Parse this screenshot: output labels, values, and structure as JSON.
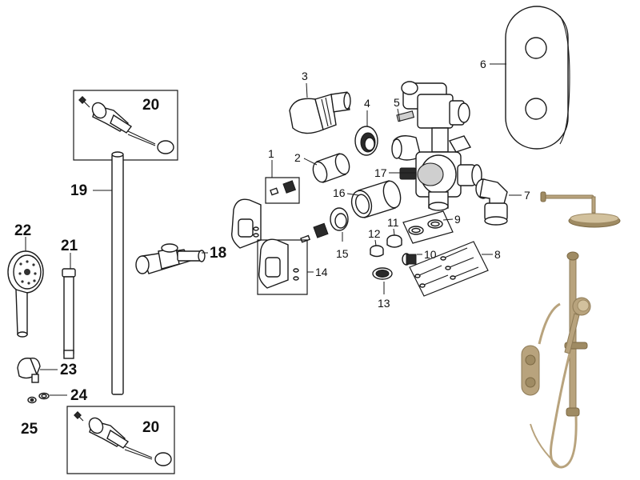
{
  "diagram": {
    "part_labels": {
      "p1": "1",
      "p2": "2",
      "p3": "3",
      "p4": "4",
      "p5": "5",
      "p6": "6",
      "p7": "7",
      "p8": "8",
      "p9": "9",
      "p10": "10",
      "p11": "11",
      "p12": "12",
      "p13": "13",
      "p14": "14",
      "p15": "15",
      "p16": "16",
      "p17": "17",
      "p18": "18",
      "p19": "19",
      "p20_top": "20",
      "p20_bottom": "20",
      "p21": "21",
      "p22": "22",
      "p23": "23",
      "p24": "24",
      "p25": "25"
    },
    "colors": {
      "line": "#1a1a1a",
      "finish": "#b8a37d"
    }
  }
}
